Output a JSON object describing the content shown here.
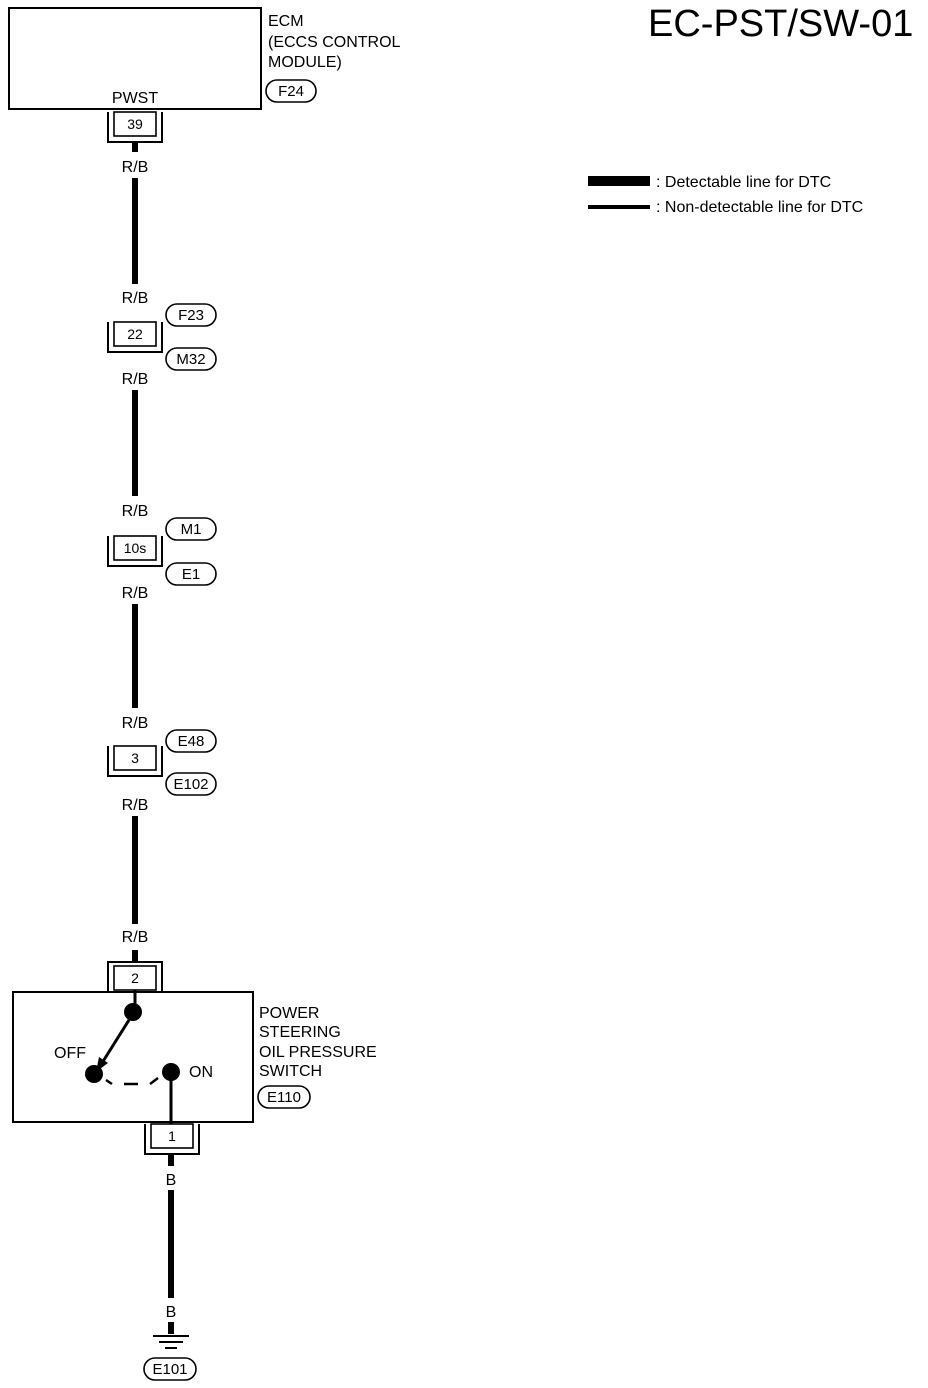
{
  "page": {
    "title": "EC-PST/SW-01"
  },
  "legend": {
    "detectable": ": Detectable line for DTC",
    "non_detectable": ": Non-detectable line for DTC"
  },
  "ecm": {
    "line1": "ECM",
    "line2": "(ECCS CONTROL",
    "line3": "MODULE)",
    "connector": "F24",
    "terminal_name": "PWST",
    "pin": "39"
  },
  "wires": {
    "rb": "R/B",
    "b": "B"
  },
  "junctions": [
    {
      "pin": "22",
      "top_connector": "F23",
      "bottom_connector": "M32"
    },
    {
      "pin": "10s",
      "top_connector": "M1",
      "bottom_connector": "E1"
    },
    {
      "pin": "3",
      "top_connector": "E48",
      "bottom_connector": "E102"
    }
  ],
  "switch": {
    "line1": "POWER",
    "line2": "STEERING",
    "line3": "OIL PRESSURE",
    "line4": "SWITCH",
    "connector": "E110",
    "pin_top": "2",
    "pin_bottom": "1",
    "off_label": "OFF",
    "on_label": "ON"
  },
  "ground": {
    "connector": "E101"
  }
}
